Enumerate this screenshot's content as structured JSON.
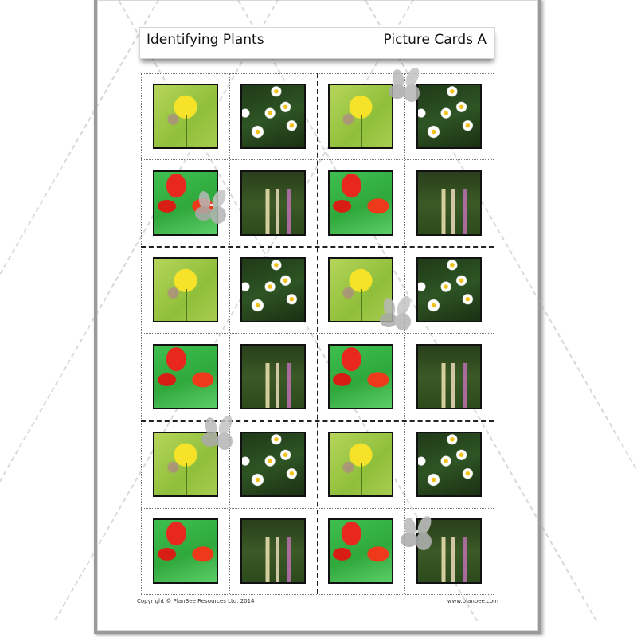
{
  "header": {
    "title": "Identifying Plants",
    "subtitle": "Picture Cards A"
  },
  "footer": {
    "copyright": "Copyright © PlanBee Resources Ltd. 2014",
    "website": "www.planbee.com"
  },
  "cards": {
    "columns": 4,
    "rows": 6,
    "pattern": [
      [
        "buttercup",
        "daisy",
        "buttercup",
        "daisy"
      ],
      [
        "poppy",
        "foxglove",
        "poppy",
        "foxglove"
      ],
      [
        "buttercup",
        "daisy",
        "buttercup",
        "daisy"
      ],
      [
        "poppy",
        "foxglove",
        "poppy",
        "foxglove"
      ],
      [
        "buttercup",
        "daisy",
        "buttercup",
        "daisy"
      ],
      [
        "poppy",
        "foxglove",
        "poppy",
        "foxglove"
      ]
    ]
  },
  "colors": {
    "frame": "#9a9a9a",
    "cut_line": "#222222",
    "fold_line": "#777777"
  }
}
